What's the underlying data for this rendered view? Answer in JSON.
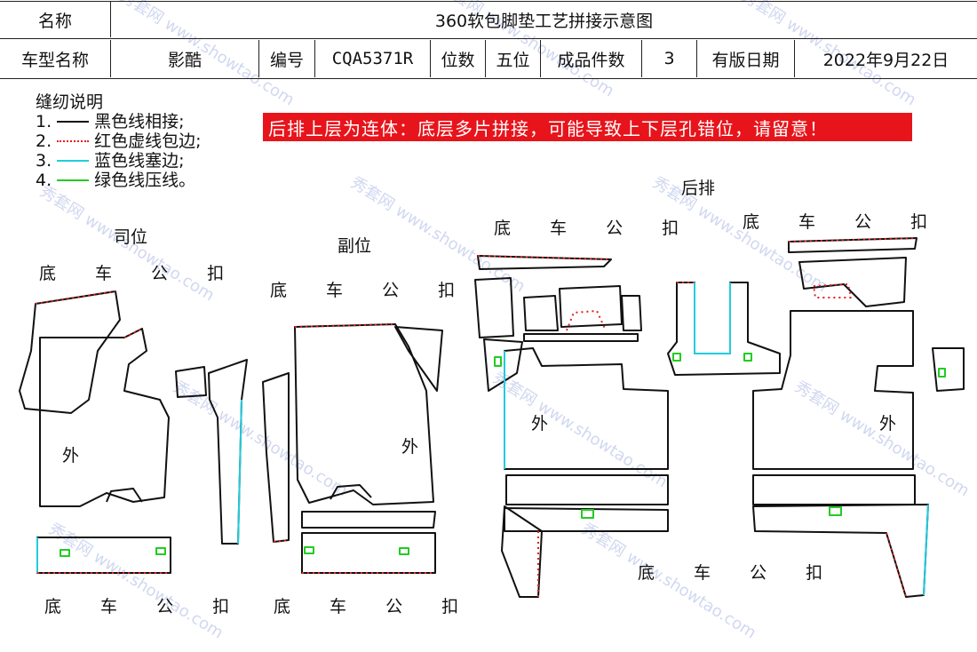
{
  "header": {
    "name_label": "名称",
    "title": "360软包脚垫工艺拼接示意图",
    "car_label": "车型名称",
    "car_value": "影酷",
    "code_label": "编号",
    "code_value": "CQA5371R",
    "seats_label": "位数",
    "seats_value": "五位",
    "count_label": "成品件数",
    "count_value": "3",
    "date_label": "有版日期",
    "date_value": "2022年9月22日"
  },
  "legend": {
    "title": "缝纫说明",
    "items": [
      {
        "num": "1.",
        "text": "黑色线相接;",
        "color": "#111111",
        "style": "solid"
      },
      {
        "num": "2.",
        "text": "红色虚线包边;",
        "color": "#e02020",
        "style": "dotted"
      },
      {
        "num": "3.",
        "text": "蓝色线塞边;",
        "color": "#22ccdd",
        "style": "solid"
      },
      {
        "num": "4.",
        "text": "绿色线压线。",
        "color": "#22cc22",
        "style": "solid"
      }
    ]
  },
  "warning": "后排上层为连体：底层多片拼接，可能导致上下层孔错位，请留意！",
  "sections": {
    "driver": "司位",
    "passenger": "副位",
    "rear": "后排",
    "outer": "外",
    "clip": "底  车  公  扣"
  },
  "watermark": "秀套网 www.showtao.com",
  "colors": {
    "black_line": "#111111",
    "red_edge": "#e02020",
    "blue_edge": "#22ccdd",
    "green_stitch": "#22cc22",
    "warning_bg": "#e8141b"
  }
}
